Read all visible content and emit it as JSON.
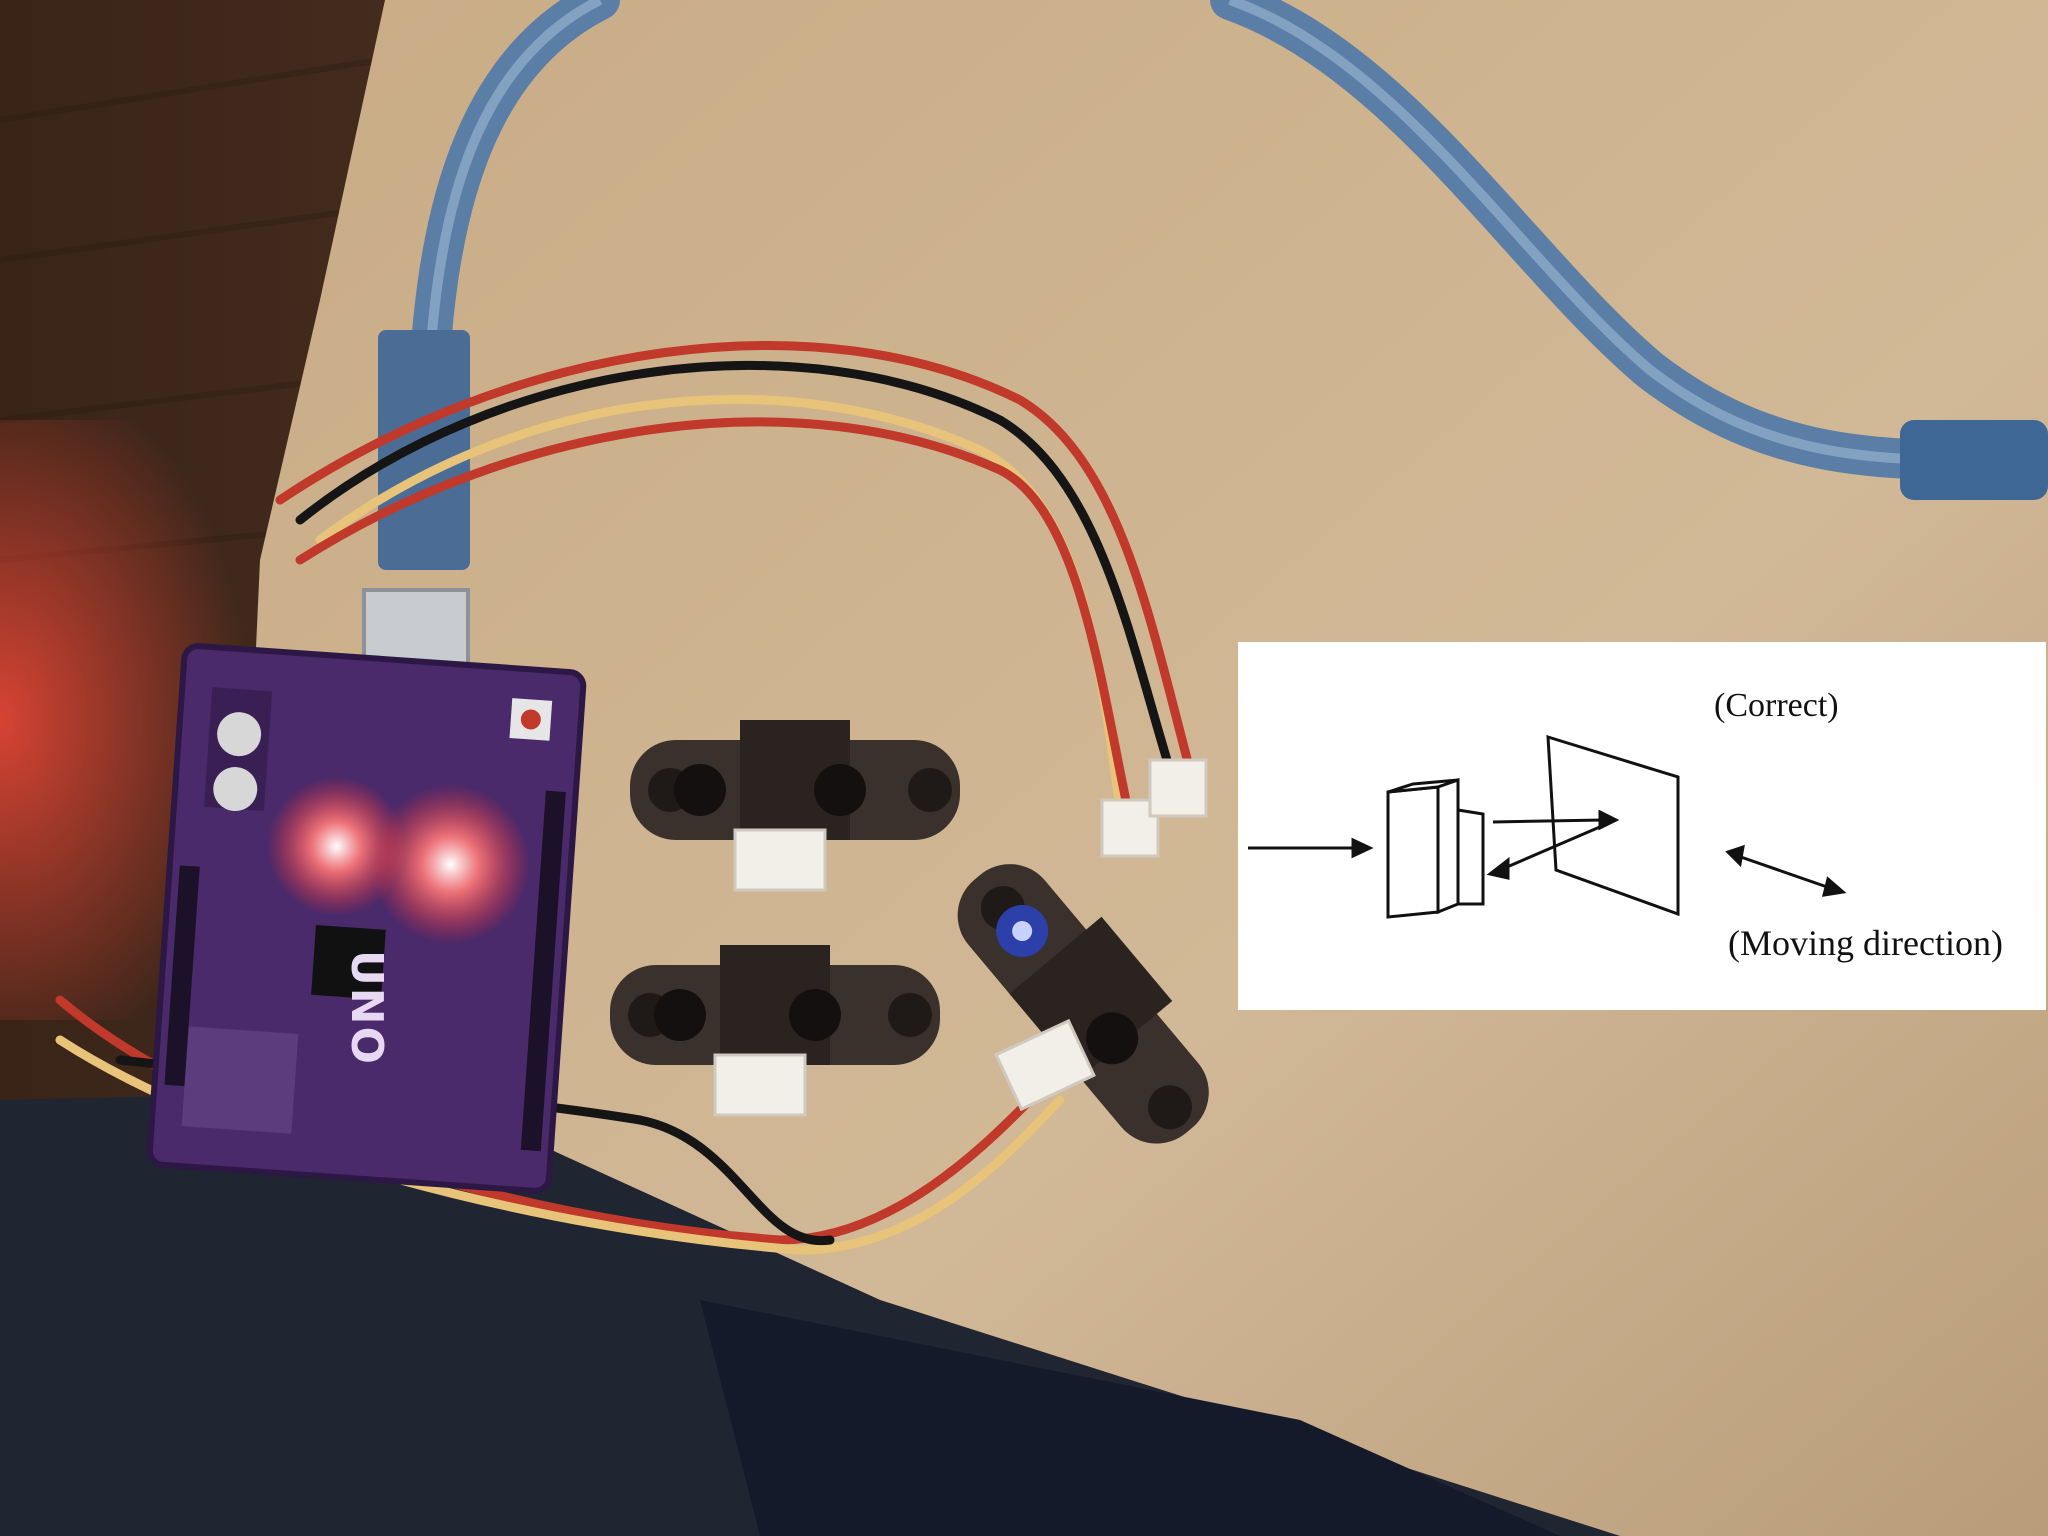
{
  "photo": {
    "board_label": "UNO",
    "colors": {
      "table": "#cbb08c",
      "table_shadow": "#8f7355",
      "wood_floor": "#5a3a28",
      "dark_fabric": "#1d2230",
      "board_pcb": "#4a2a6a",
      "cable_blue": "#5b7ea6",
      "led_glow": "#ff5a5a",
      "sensor_body": "#3a302c",
      "connector_white": "#f2efe8",
      "wire_red": "#c0392b",
      "wire_black": "#151515",
      "wire_yellow": "#e8c47a"
    }
  },
  "diagram": {
    "label_correct": "(Correct)",
    "label_moving": "(Moving direction)"
  }
}
